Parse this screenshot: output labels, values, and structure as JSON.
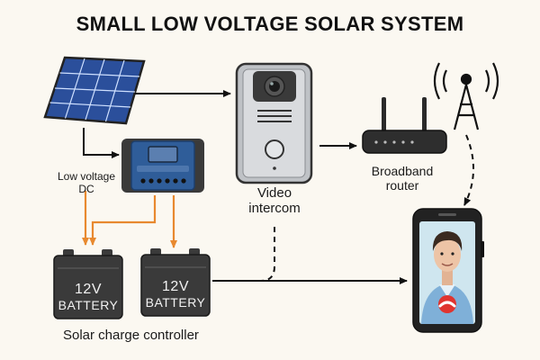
{
  "title": "SMALL LOW VOLTAGE SOLAR SYSTEM",
  "labels": {
    "low_voltage_line1": "Low voltage",
    "low_voltage_line2": "DC",
    "video_line1": "Video",
    "video_line2": "intercom",
    "router_line1": "Broadband",
    "router_line2": "router",
    "charge_controller": "Solar charge controller"
  },
  "batteries": [
    {
      "voltage": "12V",
      "label": "BATTERY"
    },
    {
      "voltage": "12V",
      "label": "BATTERY"
    }
  ],
  "colors": {
    "background": "#fbf8f1",
    "orange_wire": "#e8892f",
    "solar_cell": "#2b4f9b",
    "controller_body": "#2f5d99",
    "controller_screen": "#5b7fb0",
    "battery_body": "#3a3a3a",
    "phone_screen_bg": "#cfe6ef",
    "end_call": "#e0342f"
  }
}
